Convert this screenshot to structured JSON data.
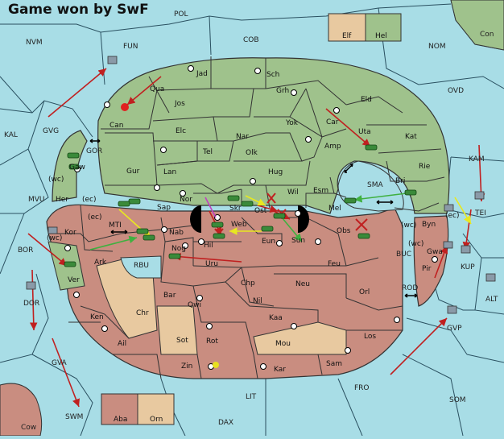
{
  "title": "Game won by SwF",
  "colors": {
    "sea": "#a8dde6",
    "green_territory": "#9fc28c",
    "red_territory": "#c98d80",
    "neutral_territory": "#e8c9a0",
    "border": "#333333",
    "arrow_red": "#c02020",
    "arrow_yellow": "#e8e820",
    "arrow_green": "#40b040",
    "arrow_magenta": "#c040c0"
  },
  "legend": {
    "elf_label": "Elf",
    "hel_label": "Hel",
    "aba_label": "Aba",
    "orn_label": "Orn"
  },
  "sea_labels": [
    "POL",
    "NVM",
    "FUN",
    "COB",
    "NOM",
    "OVD",
    "KAL",
    "GVG",
    "GOR",
    "KAM",
    "MVU",
    "BOR",
    "TEI",
    "KUP",
    "BUC",
    "ROD",
    "ALT",
    "DOR",
    "GVP",
    "GVA",
    "FRO",
    "SOM",
    "LIT",
    "SWM",
    "DAX",
    "RBU",
    "SMA",
    "Con",
    "Cow"
  ],
  "green_territories": [
    "Jad",
    "Sch",
    "Qua",
    "Jos",
    "Grh",
    "Can",
    "Elc",
    "Nar",
    "Yok",
    "Car",
    "Uta",
    "Eld",
    "Tel",
    "Olk",
    "Amp",
    "Kat",
    "Gur",
    "Lan",
    "Hug",
    "Rie",
    "Nor",
    "Wil",
    "Esm",
    "Bri",
    "Sap",
    "Skr",
    "Ost",
    "Mel",
    "Byn",
    "Gaw",
    "Her",
    "Ver"
  ],
  "red_territories": [
    "Kor",
    "Ark",
    "Nab",
    "Web",
    "Eun",
    "Sun",
    "Obs",
    "Hil",
    "Nog",
    "Uru",
    "Feu",
    "Chp",
    "Neu",
    "Orl",
    "Bar",
    "Qwi",
    "Nil",
    "Kaa",
    "Ken",
    "Chr",
    "Sot",
    "Ail",
    "Rot",
    "Mou",
    "Los",
    "Zin",
    "Kar",
    "Sam",
    "Gwa",
    "Pir"
  ],
  "special_labels": [
    "(wc)",
    "(ec)"
  ]
}
